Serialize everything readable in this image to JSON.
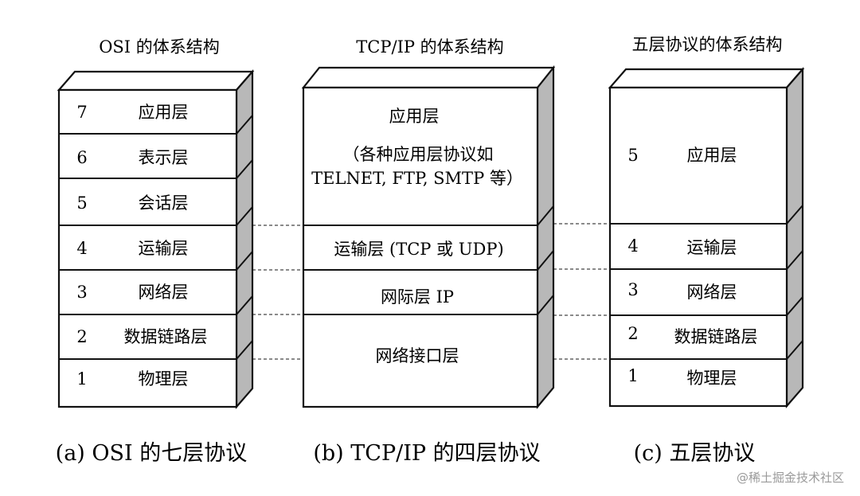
{
  "columns": {
    "osi": {
      "title": "OSI 的体系结构",
      "caption": "(a) OSI 的七层协议",
      "layers": [
        {
          "num": "7",
          "name": "应用层"
        },
        {
          "num": "6",
          "name": "表示层"
        },
        {
          "num": "5",
          "name": "会话层"
        },
        {
          "num": "4",
          "name": "运输层"
        },
        {
          "num": "3",
          "name": "网络层"
        },
        {
          "num": "2",
          "name": "数据链路层"
        },
        {
          "num": "1",
          "name": "物理层"
        }
      ]
    },
    "tcpip": {
      "title": "TCP/IP 的体系结构",
      "caption": "(b) TCP/IP 的四层协议",
      "layers": [
        {
          "lines": [
            "应用层",
            "（各种应用层协议如",
            "TELNET, FTP, SMTP 等）"
          ]
        },
        {
          "lines": [
            "运输层 (TCP 或 UDP)"
          ]
        },
        {
          "lines": [
            "网际层 IP"
          ]
        },
        {
          "lines": [
            "网络接口层"
          ]
        }
      ]
    },
    "five": {
      "title": "五层协议的体系结构",
      "caption": "(c)  五层协议",
      "layers": [
        {
          "num": "5",
          "name": "应用层"
        },
        {
          "num": "4",
          "name": "运输层"
        },
        {
          "num": "3",
          "name": "网络层"
        },
        {
          "num": "2",
          "name": "数据链路层"
        },
        {
          "num": "1",
          "name": "物理层"
        }
      ]
    }
  },
  "watermark": "@稀土掘金技术社区",
  "colors": {
    "stroke": "#111111",
    "side_fill": "#b8b8b8",
    "face_fill": "#ffffff",
    "dashed": "#444444"
  }
}
